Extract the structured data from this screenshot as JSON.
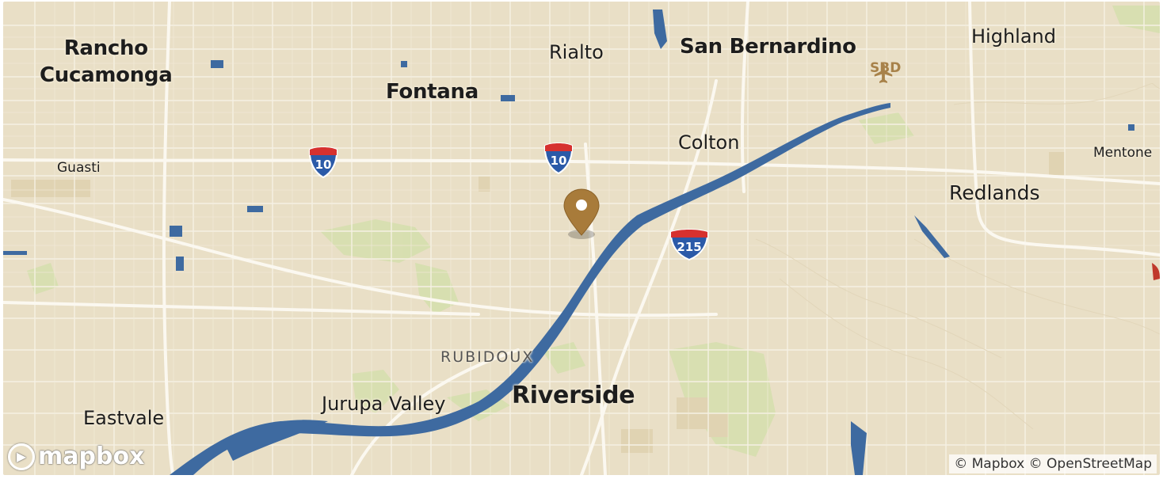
{
  "map": {
    "cities": {
      "rancho": "Rancho\nCucamonga",
      "fontana": "Fontana",
      "rialto": "Rialto",
      "san_bernardino": "San Bernardino",
      "highland": "Highland",
      "colton": "Colton",
      "mentone": "Mentone",
      "redlands": "Redlands",
      "guasti": "Guasti",
      "rubidoux": "RUBIDOUX",
      "jurupa_valley": "Jurupa Valley",
      "riverside": "Riverside",
      "eastvale": "Eastvale"
    },
    "shields": {
      "i10_west": "10",
      "i10_east": "10",
      "i215": "215"
    },
    "airport_code": "SBD",
    "attribution": "© Mapbox © OpenStreetMap",
    "logo_text": "mapbox",
    "colors": {
      "land": "#e9dfc6",
      "water": "#3e6aa0",
      "park": "#cbd9a4",
      "road": "#f8f4ea",
      "marker": "#a87b3a"
    }
  }
}
